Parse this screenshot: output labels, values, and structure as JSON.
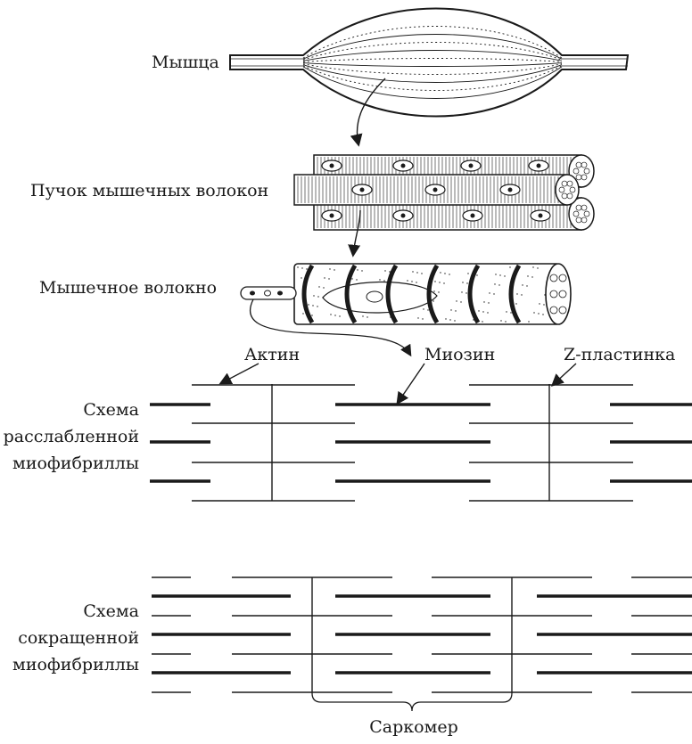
{
  "labels": {
    "muscle": "Мышца",
    "bundle": "Пучок мышечных волокон",
    "fiber": "Мышечное волокно",
    "actin": "Актин",
    "myosin": "Миозин",
    "zdisc": "Z-пластинка",
    "relaxed": [
      "Схема",
      "расслабленной",
      "миофибриллы"
    ],
    "contracted": [
      "Схема",
      "сокращенной",
      "миофибриллы"
    ],
    "sarcomere": "Саркомер"
  },
  "colors": {
    "ink": "#1a1a1a",
    "paper": "#ffffff"
  }
}
